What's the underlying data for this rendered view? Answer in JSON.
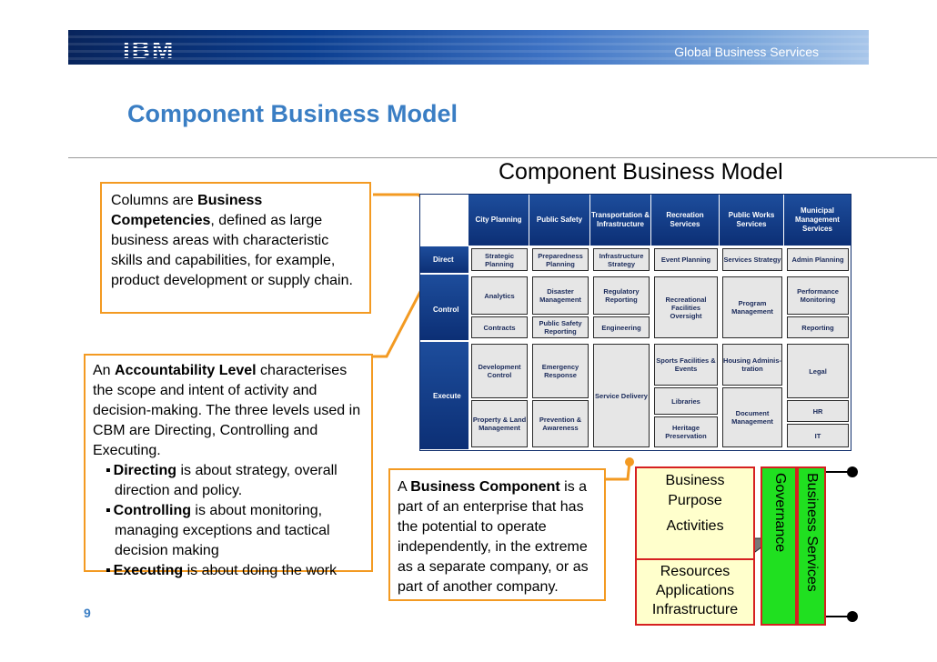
{
  "header": {
    "logo": "IBM",
    "right_text": "Global Business Services"
  },
  "slide_title": "Component Business Model",
  "page_number": "9",
  "colors": {
    "accent_orange": "#f39a22",
    "title_blue": "#3a7ec4",
    "header_navy": "#0c2f75",
    "red": "#d62020",
    "green": "#20e020",
    "cream": "#ffffcc"
  },
  "callouts": {
    "columns": {
      "t1": "Columns are ",
      "b1": "Business Competencies",
      "t2": ", defined as large business areas with characteristic skills and capabilities, for example, product development or supply chain."
    },
    "accountability": {
      "t1": "An ",
      "b1": "Accountability Level",
      "t2": " characterises the scope and intent of activity and decision-making.  The three levels used in CBM are Directing, Controlling and Executing.",
      "bullets": [
        {
          "b": "Directing",
          "t": " is about strategy, overall direction and policy."
        },
        {
          "b": "Controlling",
          "t": " is about monitoring, managing exceptions and tactical decision making"
        },
        {
          "b": "Executing",
          "t": " is about doing the work"
        }
      ]
    },
    "component": {
      "t1": "A ",
      "b1": "Business Component",
      "t2": " is a part of an enterprise that has the potential to operate independently, in the extreme as a separate company, or as part of another company."
    }
  },
  "cbm": {
    "title": "Component Business Model",
    "columns": [
      "City Planning",
      "Public Safety",
      "Transportation & Infrastructure",
      "Recreation Services",
      "Public Works Services",
      "Municipal Management Services"
    ],
    "rows": [
      "Direct",
      "Control",
      "Execute"
    ],
    "cells": {
      "d1": "Strategic Planning",
      "d2": "Preparedness Planning",
      "d3": "Infrastructure Strategy",
      "d4": "Event Planning",
      "d5": "Services Strategy",
      "d6": "Admin Planning",
      "c1a": "Analytics",
      "c1b": "Contracts",
      "c2a": "Disaster Management",
      "c2b": "Public Safety Reporting",
      "c3a": "Regulatory Reporting",
      "c3b": "Engineering",
      "c4": "Recreational Facilities Oversight",
      "c5": "Program Management",
      "c6a": "Performance Monitoring",
      "c6b": "Reporting",
      "e1a": "Development Control",
      "e1b": "Property & Land Management",
      "e2a": "Emergency Response",
      "e2b": "Prevention & Awareness",
      "e3": "Service Delivery",
      "e4a": "Sports Facilities & Events",
      "e4b": "Libraries",
      "e4c": "Heritage Preservation",
      "e5a": "Housing Adminis-tration",
      "e5b": "Document Management",
      "e6a": "Legal",
      "e6b": "HR",
      "e6c": "IT"
    }
  },
  "business_component": {
    "purpose": "Business Purpose",
    "activities": "Activities",
    "resources": "Resources Applications Infrastructure",
    "governance": "Governance",
    "business_services": "Business Services"
  }
}
